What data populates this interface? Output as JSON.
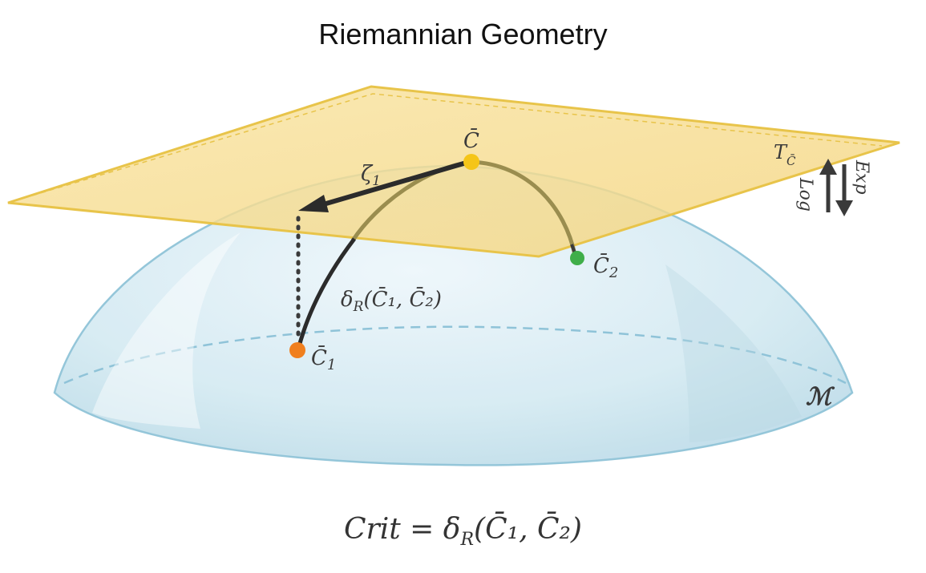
{
  "title": "Riemannian Geometry",
  "labels": {
    "mean_point": "C̄",
    "point1": "C̄",
    "point1_sub": "1",
    "point2": "C̄",
    "point2_sub": "2",
    "tangent_vector": "ζ",
    "tangent_vector_sub": "1",
    "distance": "δ",
    "distance_sub": "R",
    "distance_args": "(C̄₁, C̄₂)",
    "tangent_space": "T",
    "tangent_space_sub": "C̄",
    "manifold": "ℳ",
    "log_map": "Log",
    "exp_map": "Exp"
  },
  "formula": {
    "text": "Crit =  δ",
    "sub": "R",
    "args": "(C̄₁, C̄₂)"
  },
  "colors": {
    "plane_fill": "#f7dc8c",
    "plane_edge": "#e8c44a",
    "manifold_fill": "#cfe6f0",
    "manifold_edge": "#8fc3d8",
    "mean_point": "#f5c518",
    "point1": "#f07f1e",
    "point2": "#3fae49",
    "geodesic_dark": "#2b2b2b",
    "geodesic_light": "#9a8d4f"
  }
}
